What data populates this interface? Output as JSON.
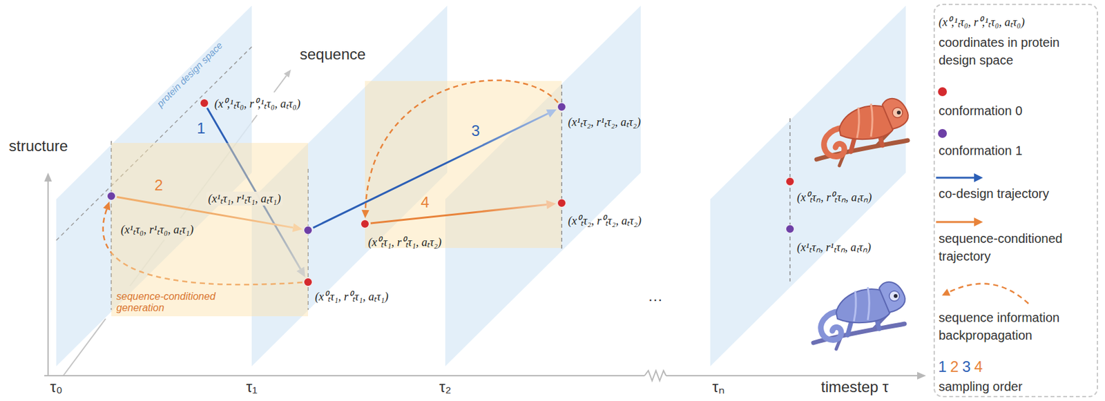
{
  "diagram": {
    "nodes": [
      {
        "text": [
          "(x⁰,¹ₜτ₀, r⁰,¹ₜτ₀, aₜτ₀)"
        ]
      },
      {
        "text": [
          "(x¹ₜτ₀, r¹ₜτ₀, aₜτ₁)"
        ]
      },
      {
        "text": [
          "(x¹ₜτ₁, r¹ₜτ₁, aₜτ₁)"
        ]
      },
      {
        "text": [
          "(x⁰ₜτ₁, r⁰ₜτ₁, aₜτ₁)"
        ]
      },
      {
        "text": [
          "(x⁰ₜτ₁, r⁰ₜτ₁, aₜτ₂)"
        ]
      },
      {
        "text": [
          "(x¹ₜτ₂, r¹ₜτ₂, aₜτ₂)"
        ]
      },
      {
        "text": [
          "(x⁰ₜτ₂, r⁰ₜτ₂, aₜτ₂)"
        ]
      },
      {
        "text": [
          "(x⁰ₜτₙ, r⁰ₜτₙ, aₜτₙ)"
        ]
      },
      {
        "text": [
          "(x¹ₜτₙ, r¹ₜτₙ, aₜτₙ)"
        ]
      },
      {
        "text": [
          "sequence-conditioned generation"
        ]
      }
    ],
    "edges": [
      {
        "from": 0,
        "to": 3,
        "label": "1",
        "arrow": "to"
      },
      {
        "from": 1,
        "to": 2,
        "label": "2",
        "arrow": "to"
      },
      {
        "from": 3,
        "to": 1,
        "arrow": "to"
      },
      {
        "from": 2,
        "to": 5,
        "label": "3",
        "arrow": "to"
      },
      {
        "from": 5,
        "to": 4,
        "arrow": "to"
      },
      {
        "from": 4,
        "to": 6,
        "label": "4",
        "arrow": "to"
      }
    ],
    "labels": [
      "protein design space",
      "structure",
      "sequence",
      "τ₀",
      "τ₁",
      "τ₂",
      "τₙ",
      "timestep τ",
      "…",
      "(x⁰,¹ₜτ₀, r⁰,¹ₜτ₀, aₜτ₀)",
      "1",
      "2",
      "3",
      "4"
    ],
    "legend": [
      {
        "text": "coordinates in protein design space"
      },
      {
        "text": "conformation 0",
        "color": "#d42a2e"
      },
      {
        "text": "conformation 1",
        "color": "#6d3fa6"
      },
      {
        "text": "co-design trajectory"
      },
      {
        "text": "sequence-conditioned trajectory"
      },
      {
        "text": "sequence information backpropagation"
      },
      {
        "text": "sampling order"
      }
    ]
  }
}
